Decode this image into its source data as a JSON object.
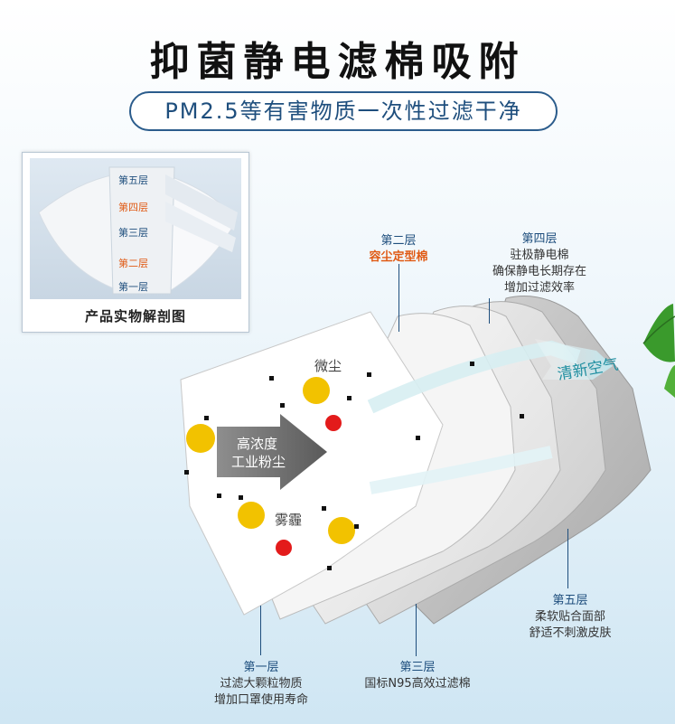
{
  "title": "抑菌静电滤棉吸附",
  "subtitle": "PM2.5等有害物质一次性过滤干净",
  "photo": {
    "caption": "产品实物解剖图",
    "layers": [
      "第五层",
      "第四层",
      "第三层",
      "第二层",
      "第一层"
    ]
  },
  "diagram": {
    "micro_dust": "微尘",
    "haze": "雾霾",
    "arrow_text_line1": "高浓度",
    "arrow_text_line2": "工业粉尘",
    "clean_air": "清新空气"
  },
  "callouts": {
    "layer1": {
      "name": "第一层",
      "line1": "过滤大颗粒物质",
      "line2": "增加口罩使用寿命"
    },
    "layer2": {
      "name": "第二层",
      "line1": "容尘定型棉"
    },
    "layer3": {
      "name": "第三层",
      "line1": "国标N95高效过滤棉"
    },
    "layer4": {
      "name": "第四层",
      "line1": "驻极静电棉",
      "line2": "确保静电长期存在",
      "line3": "增加过滤效率"
    },
    "layer5": {
      "name": "第五层",
      "line1": "柔软贴合面部",
      "line2": "舒适不刺激皮肤"
    }
  },
  "colors": {
    "accent_blue": "#1e4e7d",
    "highlight_orange": "#e05a14",
    "yellow_particle": "#f2c200",
    "red_particle": "#e31b1b"
  }
}
